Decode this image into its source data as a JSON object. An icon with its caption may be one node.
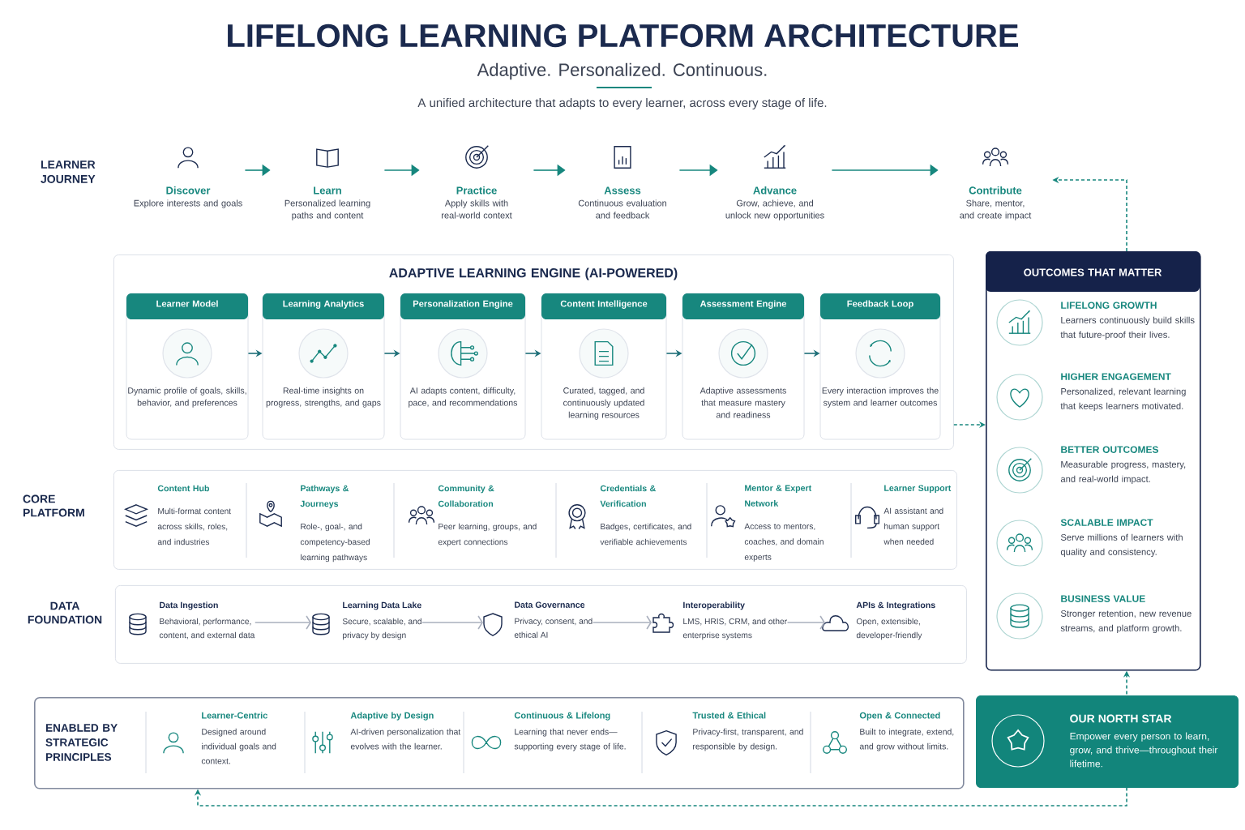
{
  "diagram": {
    "title": "LIFELONG LEARNING PLATFORM ARCHITECTURE",
    "nodes": [
      {
        "text": [
          "Discover",
          "Explore interests and goals"
        ]
      },
      {
        "text": [
          "Learn",
          "Personalized learning paths and content"
        ]
      },
      {
        "text": [
          "Practice",
          "Apply skills with real-world context"
        ]
      },
      {
        "text": [
          "Assess",
          "Continuous evaluation and feedback"
        ]
      },
      {
        "text": [
          "Advance",
          "Grow, achieve, and unlock new opportunities"
        ]
      },
      {
        "text": [
          "Contribute",
          "Share, mentor, and create impact"
        ]
      },
      {
        "text": [
          "ADAPTIVE LEARNING ENGINE (AI-POWERED)"
        ]
      },
      {
        "text": [
          "Learner Model",
          "Dynamic profile of goals, skills, behavior, and preferences"
        ],
        "in": 6
      },
      {
        "text": [
          "Learning Analytics",
          "Real-time insights on progress, strengths, and gaps"
        ],
        "in": 6
      },
      {
        "text": [
          "Personalization Engine",
          "AI adapts content, difficulty, pace, and recommendations"
        ],
        "in": 6
      },
      {
        "text": [
          "Content Intelligence",
          "Curated, tagged, and continuously updated learning resources"
        ],
        "in": 6
      },
      {
        "text": [
          "Assessment Engine",
          "Adaptive assessments that measure mastery and readiness"
        ],
        "in": 6
      },
      {
        "text": [
          "Feedback Loop",
          "Every interaction improves the system and learner outcomes"
        ],
        "in": 6
      },
      {
        "text": [
          "CORE PLATFORM"
        ]
      },
      {
        "text": [
          "Content Hub",
          "Multi-format content across skills, roles, and industries"
        ],
        "in": 13
      },
      {
        "text": [
          "Pathways & Journeys",
          "Role-, goal-, and competency-based learning pathways"
        ],
        "in": 13
      },
      {
        "text": [
          "Community & Collaboration",
          "Peer learning, groups, and expert connections"
        ],
        "in": 13
      },
      {
        "text": [
          "Credentials & Verification",
          "Badges, certificates, and verifiable achievements"
        ],
        "in": 13
      },
      {
        "text": [
          "Mentor & Expert Network",
          "Access to mentors, coaches, and domain experts"
        ],
        "in": 13
      },
      {
        "text": [
          "Learner Support",
          "AI assistant and human support when needed"
        ],
        "in": 13
      },
      {
        "text": [
          "DATA FOUNDATION"
        ]
      },
      {
        "text": [
          "Data Ingestion",
          "Behavioral, performance, content, and external data"
        ],
        "in": 20
      },
      {
        "text": [
          "Learning Data Lake",
          "Secure, scalable, and privacy by design"
        ],
        "in": 20
      },
      {
        "text": [
          "Data Governance",
          "Privacy, consent, and ethical AI"
        ],
        "in": 20
      },
      {
        "text": [
          "Interoperability",
          "LMS, HRIS, CRM, and other enterprise systems"
        ],
        "in": 20
      },
      {
        "text": [
          "APIs & Integrations",
          "Open, extensible, developer-friendly"
        ],
        "in": 20
      },
      {
        "text": [
          "OUTCOMES THAT MATTER"
        ]
      },
      {
        "text": [
          "LIFELONG GROWTH",
          "Learners continuously build skills that future-proof their lives."
        ],
        "in": 26
      },
      {
        "text": [
          "HIGHER ENGAGEMENT",
          "Personalized, relevant learning that keeps learners motivated."
        ],
        "in": 26
      },
      {
        "text": [
          "BETTER OUTCOMES",
          "Measurable progress, mastery, and real-world impact."
        ],
        "in": 26
      },
      {
        "text": [
          "SCALABLE IMPACT",
          "Serve millions of learners with quality and consistency."
        ],
        "in": 26
      },
      {
        "text": [
          "BUSINESS VALUE",
          "Stronger retention, new revenue streams, and platform growth."
        ],
        "in": 26
      },
      {
        "text": [
          "ENABLED BY STRATEGIC PRINCIPLES"
        ]
      },
      {
        "text": [
          "Learner-Centric",
          "Designed around individual goals and context."
        ],
        "in": 32
      },
      {
        "text": [
          "Adaptive by Design",
          "AI-driven personalization that evolves with the learner."
        ],
        "in": 32
      },
      {
        "text": [
          "Continuous & Lifelong",
          "Learning that never ends—supporting every stage of life."
        ],
        "in": 32
      },
      {
        "text": [
          "Trusted & Ethical",
          "Privacy-first, transparent, and responsible by design."
        ],
        "in": 32
      },
      {
        "text": [
          "Open & Connected",
          "Built to integrate, extend, and grow without limits."
        ],
        "in": 32
      },
      {
        "text": [
          "OUR NORTH STAR",
          "Empower every person to learn, grow, and thrive—throughout their lifetime."
        ]
      }
    ],
    "edges": [
      {
        "from": 0,
        "to": 1,
        "arrow": "to"
      },
      {
        "from": 1,
        "to": 2,
        "arrow": "to"
      },
      {
        "from": 2,
        "to": 3,
        "arrow": "to"
      },
      {
        "from": 3,
        "to": 4,
        "arrow": "to"
      },
      {
        "from": 4,
        "to": 5,
        "arrow": "to"
      },
      {
        "from": 7,
        "to": 8,
        "arrow": "to"
      },
      {
        "from": 8,
        "to": 9,
        "arrow": "to"
      },
      {
        "from": 9,
        "to": 10,
        "arrow": "to"
      },
      {
        "from": 10,
        "to": 11,
        "arrow": "to"
      },
      {
        "from": 11,
        "to": 12,
        "arrow": "to"
      },
      {
        "from": 21,
        "to": 22,
        "arrow": "to",
        "color": "#a9afbd"
      },
      {
        "from": 22,
        "to": 23,
        "arrow": "to",
        "color": "#a9afbd"
      },
      {
        "from": 23,
        "to": 24,
        "arrow": "to",
        "color": "#a9afbd"
      },
      {
        "from": 24,
        "to": 25,
        "arrow": "to",
        "color": "#a9afbd"
      },
      {
        "from": 6,
        "to": 26,
        "arrow": "to",
        "style": "dashed"
      },
      {
        "from": 26,
        "to": 5,
        "arrow": "to",
        "style": "dashed"
      },
      {
        "from": 38,
        "to": 26,
        "arrow": "to",
        "style": "dashed"
      },
      {
        "from": 38,
        "to": 32,
        "arrow": "to",
        "style": "dashed"
      }
    ],
    "labels": [
      "Adaptive. Personalized. Continuous.",
      "A unified architecture that adapts to every learner, across every stage of life.",
      "LEARNER JOURNEY"
    ]
  }
}
